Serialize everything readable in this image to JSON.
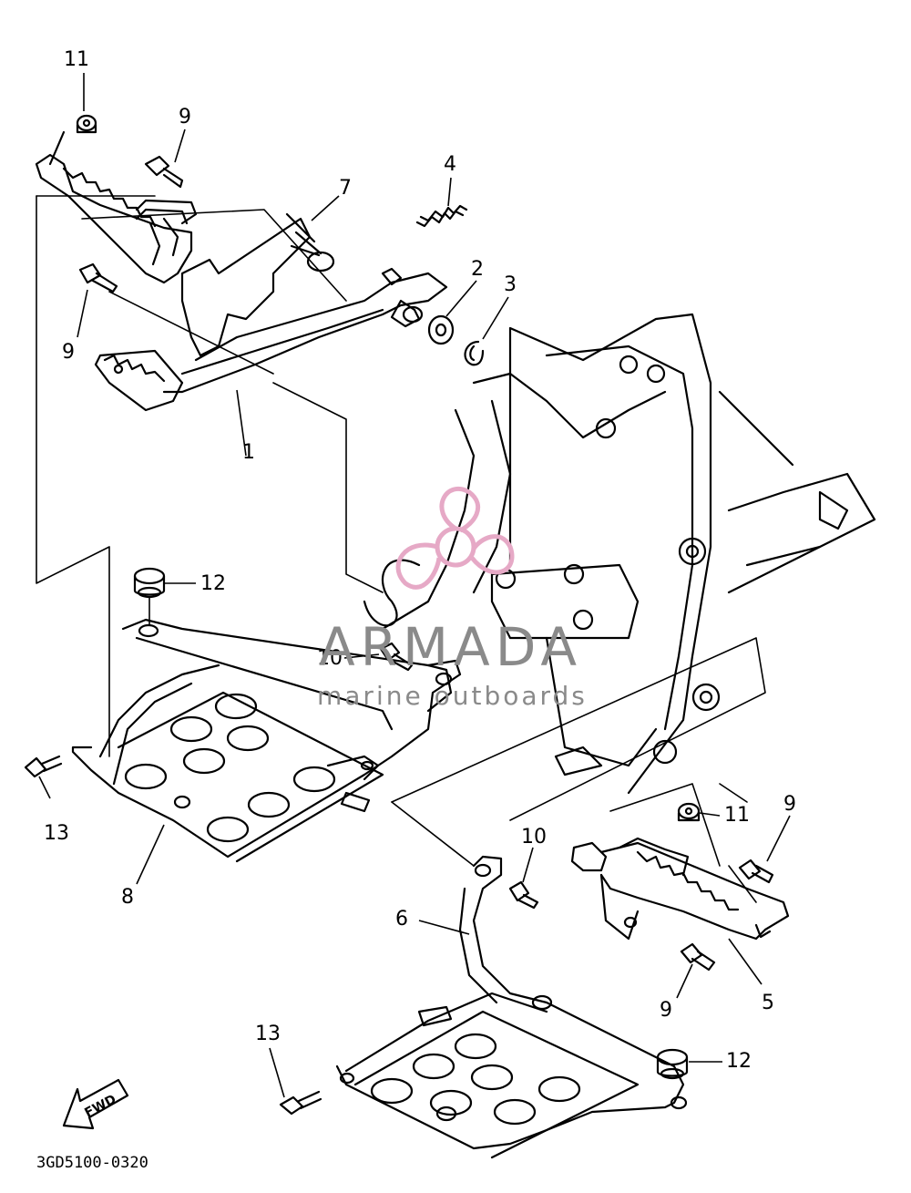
{
  "callouts": {
    "c1": "1",
    "c2": "2",
    "c3": "3",
    "c4": "4",
    "c5": "5",
    "c6": "6",
    "c7": "7",
    "c8": "8",
    "c9a": "9",
    "c9b": "9",
    "c9c": "9",
    "c9d": "9",
    "c10a": "10",
    "c10b": "10",
    "c11a": "11",
    "c11b": "11",
    "c12a": "12",
    "c12b": "12",
    "c13a": "13",
    "c13b": "13"
  },
  "fwd_label": "FWD",
  "diagram_code": "3GD5100-0320",
  "watermark": {
    "title": "ARMADA",
    "subtitle": "marine outboards",
    "logo_color": "#e6a9c6",
    "text_color": "#8a8a8a"
  }
}
